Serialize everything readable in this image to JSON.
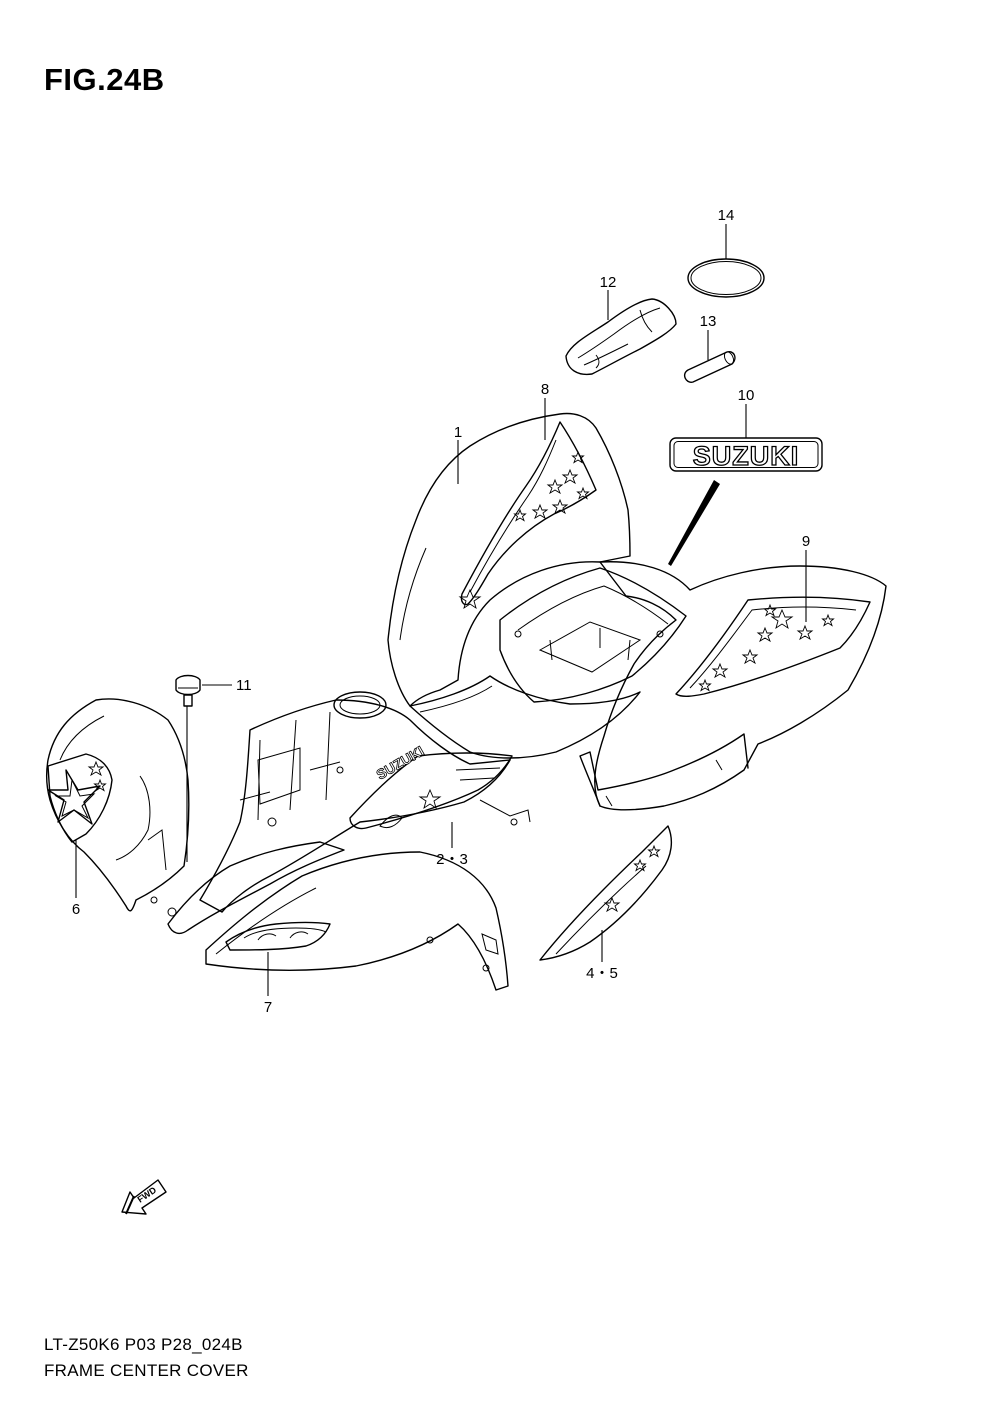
{
  "figure": {
    "title": "FIG.24B",
    "code": "LT-Z50K6 P03 P28_024B",
    "name": "FRAME CENTER COVER"
  },
  "callouts": {
    "c1": "1",
    "c2_3": "2・3",
    "c4_5": "4・5",
    "c6": "6",
    "c7": "7",
    "c8": "8",
    "c9": "9",
    "c10": "10",
    "c11": "11",
    "c12": "12",
    "c13": "13",
    "c14": "14"
  },
  "decals": {
    "emblem_text": "SUZUKI",
    "side_sticker_text": "SUZUKI"
  },
  "fwd_arrow": {
    "label": "FWD"
  }
}
